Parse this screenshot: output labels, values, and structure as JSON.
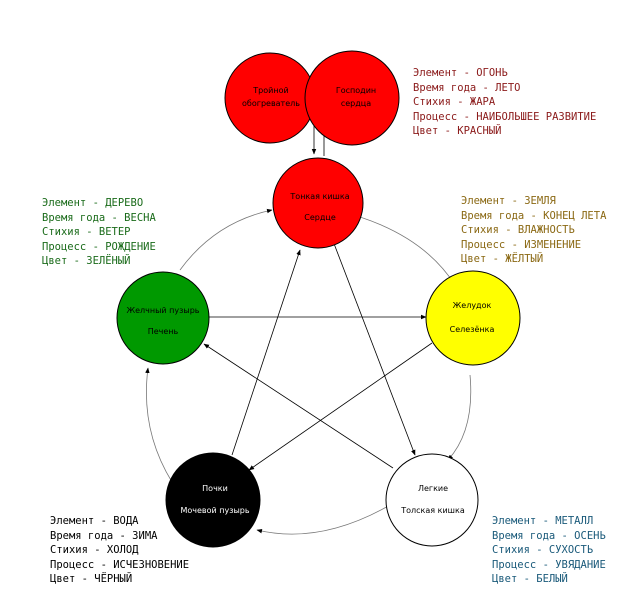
{
  "colors": {
    "fire": "#ff0000",
    "wood": "#009900",
    "earth": "#ffff00",
    "water": "#000000",
    "metal": "#ffffff",
    "fire_text": "#8b1a1a",
    "wood_text": "#1a6b1a",
    "earth_text": "#8b6914",
    "water_text": "#000000",
    "metal_text": "#1a5a7a"
  },
  "nodes": {
    "triple_heater": {
      "line1": "Тройной",
      "line2": "обогреватель"
    },
    "heart_master": {
      "line1": "Господин",
      "line2": "сердца"
    },
    "small_intestine": {
      "line1": "Тонкая кишка",
      "line2": "Сердце"
    },
    "gallbladder": {
      "line1": "Желчный пузырь",
      "line2": "Печень"
    },
    "stomach": {
      "line1": "Желудок",
      "line2": "Селезёнка"
    },
    "kidneys": {
      "line1": "Почки",
      "line2": "Мочевой пузырь"
    },
    "lungs": {
      "line1": "Легкие",
      "line2": "Толская кишка"
    }
  },
  "info": {
    "fire": [
      "Элемент - ОГОНЬ",
      "Время года - ЛЕТО",
      "Стихия - ЖАРА",
      "Процесс - НАИБОЛЬШЕЕ РАЗВИТИЕ",
      "Цвет - КРАСНЫЙ"
    ],
    "wood": [
      "Элемент - ДЕРЕВО",
      "Время года - ВЕСНА",
      "Стихия - ВЕТЕР",
      "Процесс - РОЖДЕНИЕ",
      "Цвет - ЗЕЛЁНЫЙ"
    ],
    "earth": [
      "Элемент - ЗЕМЛЯ",
      "Время года - КОНЕЦ ЛЕТА",
      "Стихия - ВЛАЖНОСТЬ",
      "Процесс - ИЗМЕНЕНИЕ",
      "Цвет - ЖЁЛТЫЙ"
    ],
    "water": [
      "Элемент - ВОДА",
      "Время года - ЗИМА",
      "Стихия - ХОЛОД",
      "Процесс - ИСЧЕЗНОВЕНИЕ",
      "Цвет - ЧЁРНЫЙ"
    ],
    "metal": [
      "Элемент - МЕТАЛЛ",
      "Время года - ОСЕНЬ",
      "Стихия - СУХОСТЬ",
      "Процесс - УВЯДАНИЕ",
      "Цвет - БЕЛЫЙ"
    ]
  }
}
